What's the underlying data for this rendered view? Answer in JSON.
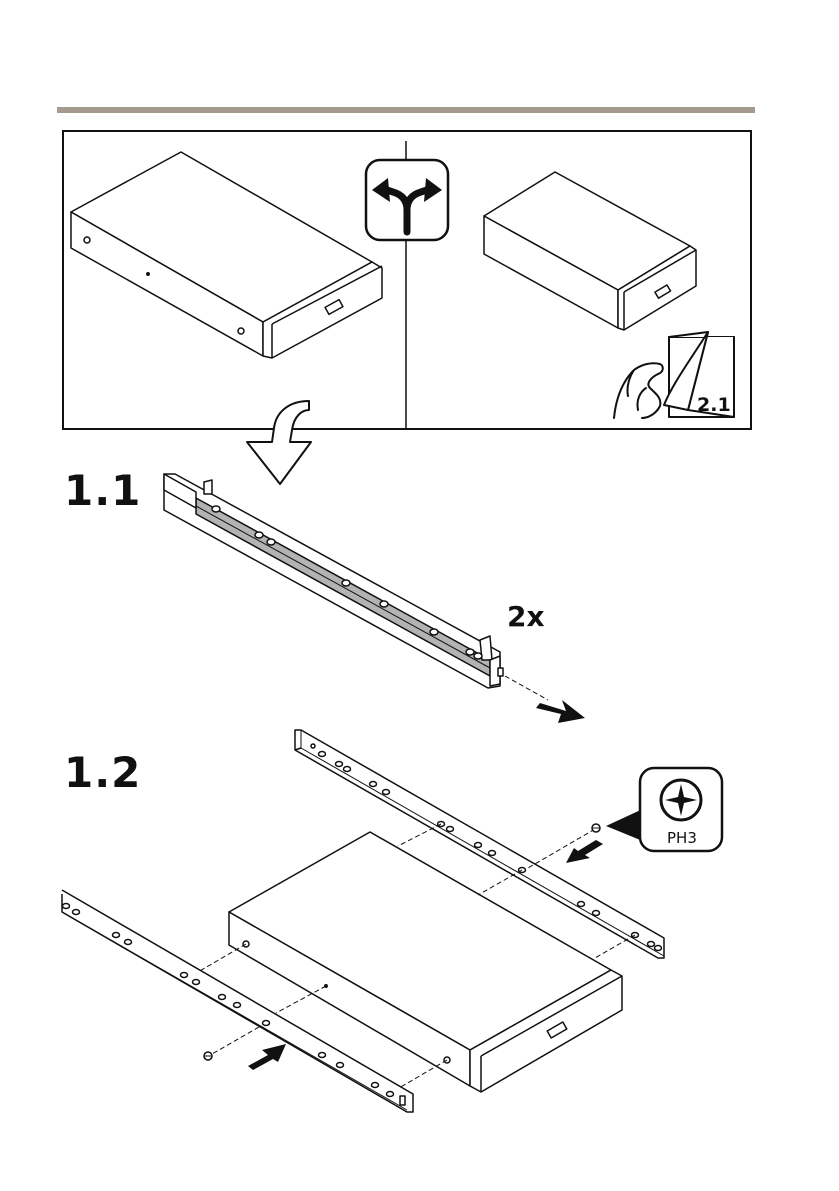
{
  "colors": {
    "header_rule": "#a59a8f",
    "line": "#111111",
    "rail_fill": "#b3b3b3"
  },
  "icons": [
    "split-arrow-icon",
    "down-arrow-icon",
    "hand-peel-icon",
    "phillips-screwdriver-icon",
    "push-arrow-icon"
  ],
  "panel": {
    "peel_label": "2.1"
  },
  "step1": {
    "label": "1.1",
    "quantity": "2x"
  },
  "step2": {
    "label": "1.2",
    "tool_label": "PH3"
  }
}
